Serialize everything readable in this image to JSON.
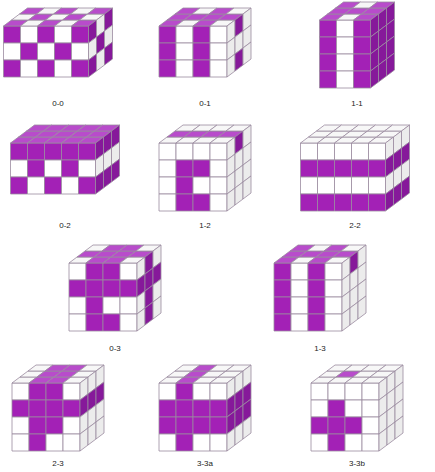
{
  "diagram": {
    "labels": [
      "0-0",
      "0-1",
      "1-1",
      "0-2",
      "1-2",
      "2-2",
      "0-3",
      "1-3",
      "2-3",
      "3-3a",
      "3-3b"
    ]
  }
}
